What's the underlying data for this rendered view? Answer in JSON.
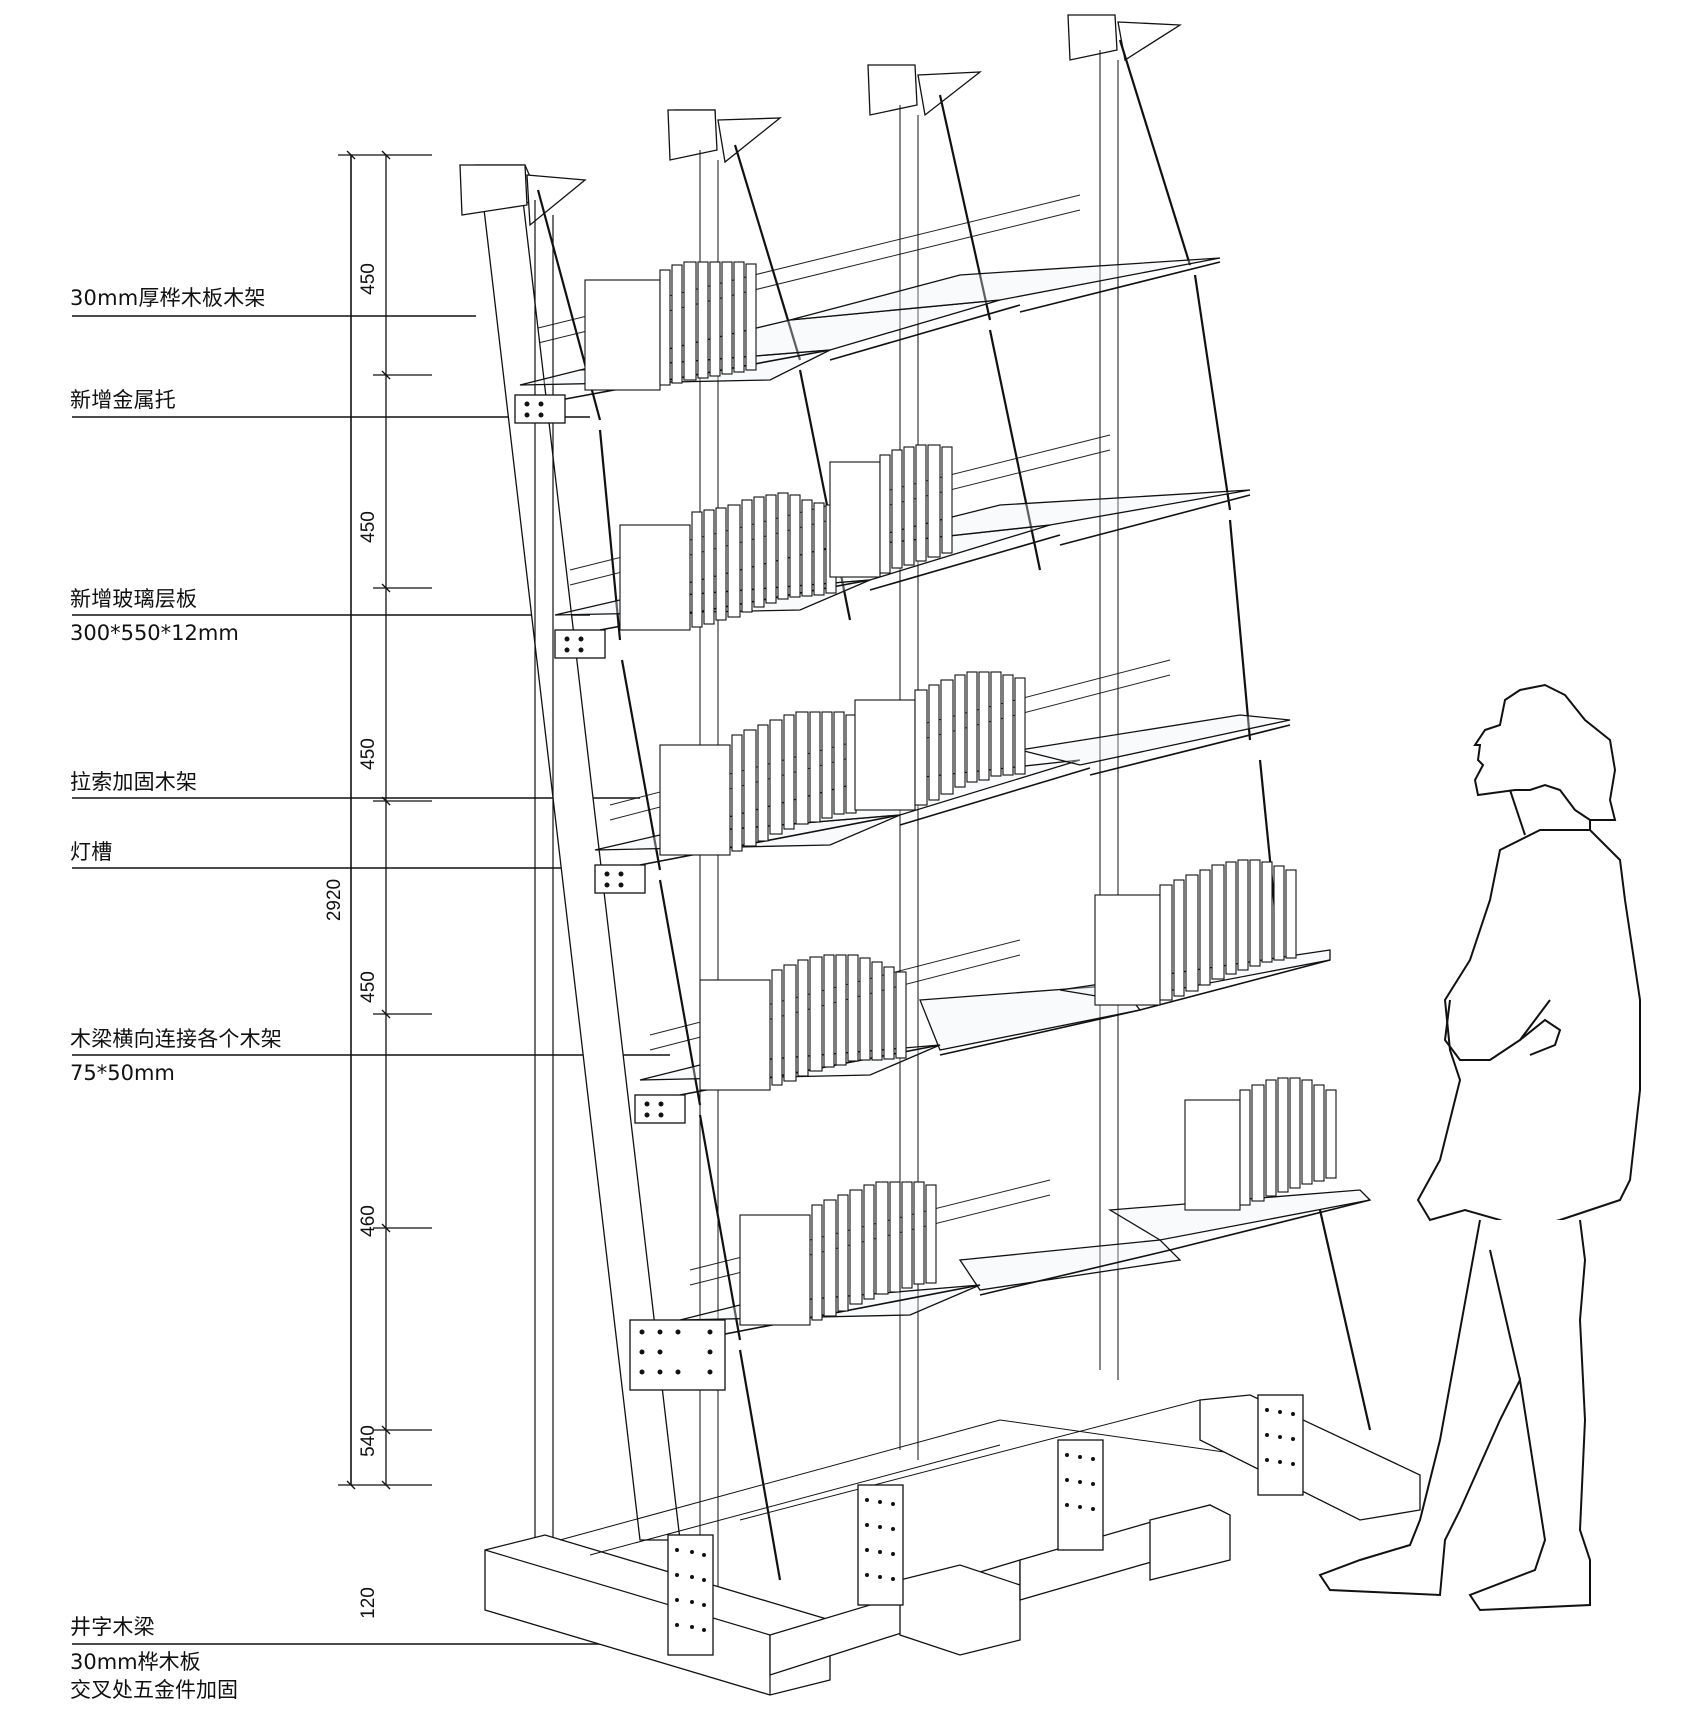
{
  "drawing": {
    "type": "axonometric section drawing",
    "subject": "bookshelf system with glass shelves, cable-braced wood frames and human scale figure"
  },
  "annotations": [
    {
      "id": "wood-frame",
      "label": "30mm厚桦木板木架",
      "sub": []
    },
    {
      "id": "metal-bracket",
      "label": "新增金属托",
      "sub": []
    },
    {
      "id": "glass-shelf",
      "label": "新增玻璃层板",
      "sub": [
        "300*550*12mm"
      ]
    },
    {
      "id": "cable-brace",
      "label": "拉索加固木架",
      "sub": []
    },
    {
      "id": "light-slot",
      "label": "灯槽",
      "sub": []
    },
    {
      "id": "cross-beam",
      "label": "木梁横向连接各个木架",
      "sub": [
        "75*50mm"
      ]
    },
    {
      "id": "base-grid",
      "label": "井字木梁",
      "sub": [
        "30mm桦木板",
        "交叉处五金件加固"
      ]
    }
  ],
  "dimensions": {
    "total": "2920",
    "segments": [
      "450",
      "450",
      "450",
      "450",
      "460",
      "540",
      "120"
    ],
    "unit": "mm"
  }
}
